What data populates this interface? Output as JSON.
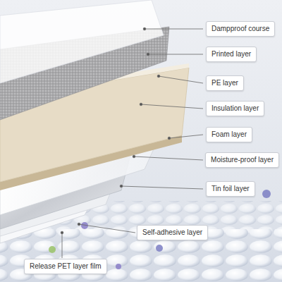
{
  "diagram": {
    "nodes": [
      {
        "text": [
          "Dampproof course"
        ]
      },
      {
        "text": [
          "Printed layer"
        ]
      },
      {
        "text": [
          "PE layer"
        ]
      },
      {
        "text": [
          "Insulation layer"
        ]
      },
      {
        "text": [
          "Foam layer"
        ]
      },
      {
        "text": [
          "Moisture-proof layer"
        ]
      },
      {
        "text": [
          "Tin foil layer"
        ]
      },
      {
        "text": [
          "Self-adhesive layer"
        ]
      },
      {
        "text": [
          "Release PET layer film"
        ]
      }
    ]
  }
}
